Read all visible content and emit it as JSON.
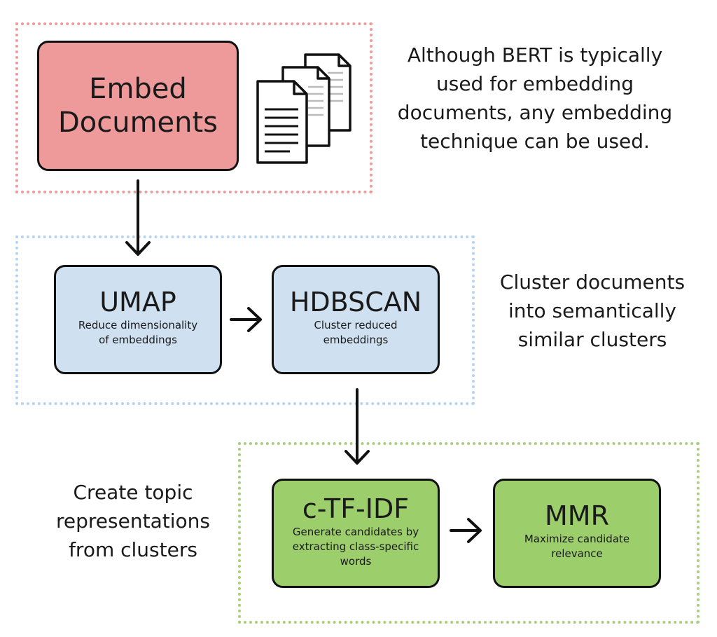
{
  "colors": {
    "embed_fill": "#ee9a9a",
    "cluster_fill": "#cfe0f1",
    "topic_fill": "#9cce6c",
    "red_border": "#ee9a9a",
    "blue_border": "#b6d4ef",
    "green_border": "#a6cf7d"
  },
  "nodes": {
    "embed": {
      "title_line1": "Embed",
      "title_line2": "Documents"
    },
    "umap": {
      "title": "UMAP",
      "desc_line1": "Reduce dimensionality",
      "desc_line2": "of embeddings"
    },
    "hdbscan": {
      "title": "HDBSCAN",
      "desc_line1": "Cluster reduced",
      "desc_line2": "embeddings"
    },
    "ctfidf": {
      "title": "c-TF-IDF",
      "desc_line1": "Generate candidates by",
      "desc_line2": "extracting class-specific",
      "desc_line3": "words"
    },
    "mmr": {
      "title": "MMR",
      "desc_line1": "Maximize candidate",
      "desc_line2": "relevance"
    }
  },
  "notes": {
    "bert": [
      "Although BERT is typically",
      "used for embedding",
      "documents, any embedding",
      "technique can be used."
    ],
    "cluster": [
      "Cluster documents",
      "into semantically",
      "similar clusters"
    ],
    "topic": [
      "Create topic",
      "representations",
      "from clusters"
    ]
  },
  "icons": {
    "documents": "documents-stack-icon",
    "arrow": "arrow-icon"
  }
}
